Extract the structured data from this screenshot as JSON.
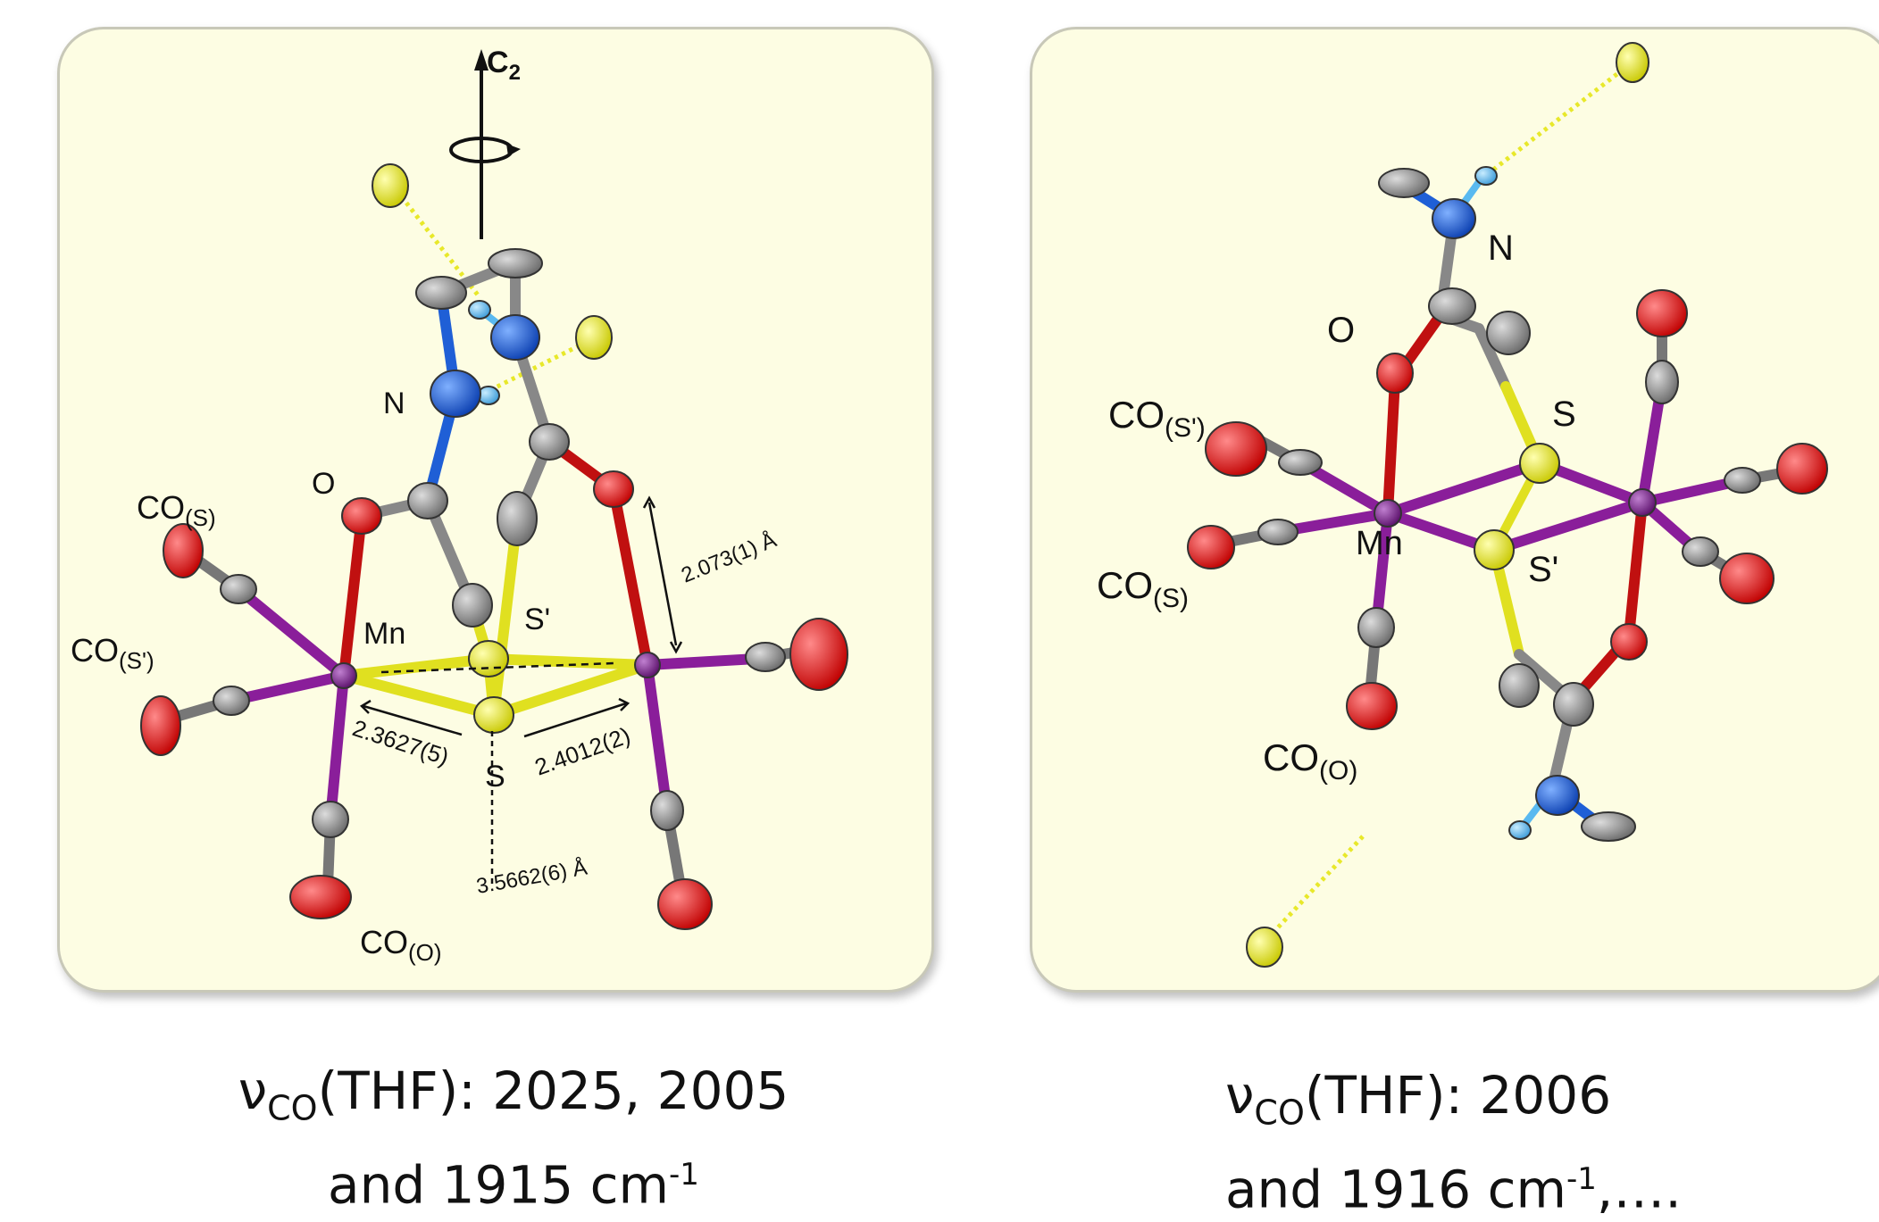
{
  "left_panel": {
    "axis_label": "C",
    "axis_sub": "2",
    "labels": {
      "n": "N",
      "o": "O",
      "mn": "Mn",
      "s_prime": "S'",
      "s": "S",
      "co": "CO",
      "co_s_sub": "(S)",
      "co_sp_sub": "(S')",
      "co_o_sub": "(O)"
    },
    "distances": {
      "mn_o": "2.073(1) Å",
      "mn_s_left": "2.3627(5)",
      "mn_s_right": "2.4012(2)",
      "mn_mn": "3.5662(6) Å"
    }
  },
  "right_panel": {
    "labels": {
      "n": "N",
      "o": "O",
      "mn": "Mn",
      "s": "S",
      "s_prime": "S'",
      "co": "CO",
      "co_sp_sub": "(S')",
      "co_s_sub": "(S)",
      "co_o_sub": "(O)"
    }
  },
  "captions": {
    "left": {
      "nu": "ν",
      "sub": "CO",
      "line1_rest": "(THF): 2025, 2005",
      "line2_pre": "and 1915 cm",
      "sup": "-1",
      "line2_post": ""
    },
    "right": {
      "nu": "ν",
      "sub": "CO",
      "line1_rest": "(THF): 2006",
      "line2_pre": "and 1916 cm",
      "sup": "-1",
      "line2_post": ",…."
    }
  },
  "colors": {
    "panel_bg": "#fdfde3",
    "manganese": "#7a1f8c",
    "sulfur": "#e8e82a",
    "oxygen": "#e01010",
    "nitrogen": "#1f5fd6",
    "carbon": "#808080",
    "hydrogen": "#59b9f0"
  }
}
